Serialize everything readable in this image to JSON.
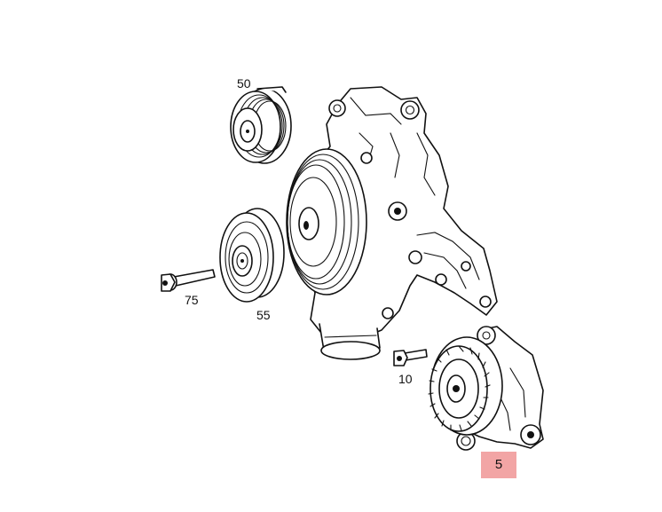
{
  "parts": [
    {
      "id": "50",
      "label": "50"
    },
    {
      "id": "55",
      "label": "55"
    },
    {
      "id": "75",
      "label": "75"
    },
    {
      "id": "10",
      "label": "10"
    },
    {
      "id": "5",
      "label": "5"
    }
  ],
  "highlight": {
    "part": "5",
    "color": "#f2a5a5"
  }
}
